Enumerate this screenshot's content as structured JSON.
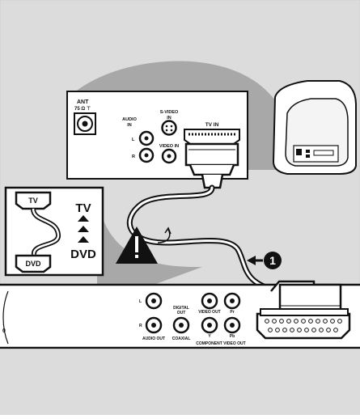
{
  "tv_back_panel": {
    "ant_label": "ANT",
    "ant_impedance": "75 Ω ⊤",
    "audio_in_label_1": "AUDIO",
    "audio_in_label_2": "IN",
    "channel_left": "L",
    "channel_right": "R",
    "svideo_label_1": "S-VIDEO",
    "svideo_label_2": "IN",
    "video_in_label": "VIDEO IN",
    "tv_in_label": "TV IN"
  },
  "scart_inset": {
    "tv_plug_label": "TV",
    "tv_text": "TV",
    "dvd_plug_label": "DVD",
    "dvd_text": "DVD"
  },
  "step_marker": {
    "number": "1"
  },
  "dvd_back_panel": {
    "channel_left": "L",
    "channel_right": "R",
    "audio_out_label": "AUDIO OUT",
    "digital_out_label_1": "DIGITAL",
    "digital_out_label_2": "OUT",
    "coaxial_label": "COAXIAL",
    "video_out_label": "VIDEO OUT",
    "pr_label": "Pr",
    "y_label": "Y",
    "pb_label": "Pb",
    "component_label": "COMPONENT VIDEO OUT",
    "edge_mark": "0"
  },
  "colors": {
    "background": "#dcdcdc",
    "page": "#ffffff",
    "line": "#111111",
    "bubble_gray": "#a8a8a8"
  }
}
